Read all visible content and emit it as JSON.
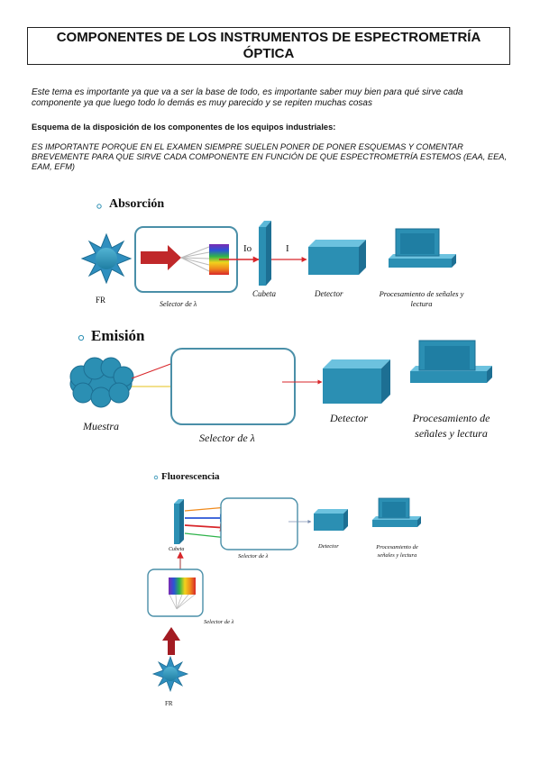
{
  "title": "COMPONENTES DE LOS INSTRUMENTOS DE ESPECTROMETRÍA ÓPTICA",
  "intro": "Este tema es importante ya que va a ser la base de todo, es importante saber muy bien para qué sirve cada componente ya que luego todo lo demás es muy parecido y se repiten muchas cosas",
  "subheading": "Esquema de la disposición de los componentes de los equipos industriales:",
  "note": "ES IMPORTANTE PORQUE EN EL EXAMEN SIEMPRE SUELEN PONER DE PONER ESQUEMAS Y COMENTAR BREVEMENTE PARA QUE SIRVE CADA COMPONENTE EN FUNCIÓN DE QUE ESPECTROMETRÍA ESTEMOS (EAA, EEA, EAM, EFM)",
  "absorcion": {
    "heading": "Absorción",
    "fr": "FR",
    "selector": "Selector de λ",
    "io": "Io",
    "i": "I",
    "cubeta": "Cubeta",
    "detector": "Detector",
    "procesamiento": "Procesamiento de señales y lectura"
  },
  "emision": {
    "heading": "Emisión",
    "muestra": "Muestra",
    "selector": "Selector de λ",
    "detector": "Detector",
    "procesamiento": "Procesamiento de señales y lectura"
  },
  "fluorescencia": {
    "heading": "Fluorescencia",
    "cubeta": "Cubeta",
    "selector_top": "Selector de λ",
    "detector": "Detector",
    "procesamiento": "Procesamiento de señales y lectura",
    "selector_bottom": "Selector de λ",
    "fr": "FR"
  },
  "colors": {
    "teal": "#2b8fb3",
    "teal_dark": "#1e6f8f",
    "arrow_red": "#c0282a"
  }
}
